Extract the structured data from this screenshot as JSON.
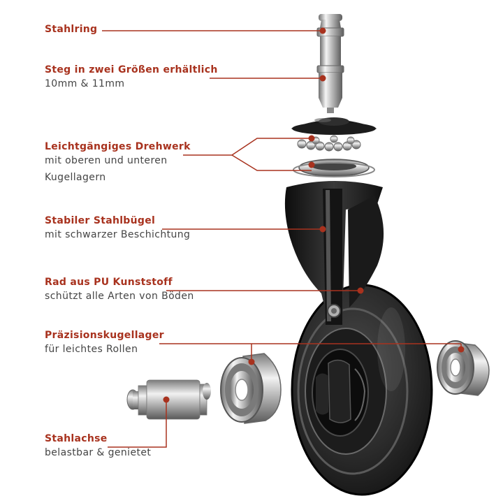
{
  "colors": {
    "accent": "#a8321e",
    "text": "#444444",
    "background": "#ffffff"
  },
  "callouts": [
    {
      "title": "Stahlring",
      "lines": []
    },
    {
      "title": "Steg in zwei Größen erhältlich",
      "lines": [
        "10mm & 11mm"
      ]
    },
    {
      "title": "Leichtgängiges Drehwerk",
      "lines": [
        "mit oberen und unteren",
        "Kugellagern"
      ]
    },
    {
      "title": "Stabiler Stahlbügel",
      "lines": [
        "mit schwarzer Beschichtung"
      ]
    },
    {
      "title": "Rad aus PU Kunststoff",
      "lines": [
        "schützt alle Arten von Böden"
      ]
    },
    {
      "title": "Präzisionskugellager",
      "lines": [
        "für leichtes Rollen"
      ]
    },
    {
      "title": "Stahlachse",
      "lines": [
        "belastbar & genietet"
      ]
    }
  ]
}
